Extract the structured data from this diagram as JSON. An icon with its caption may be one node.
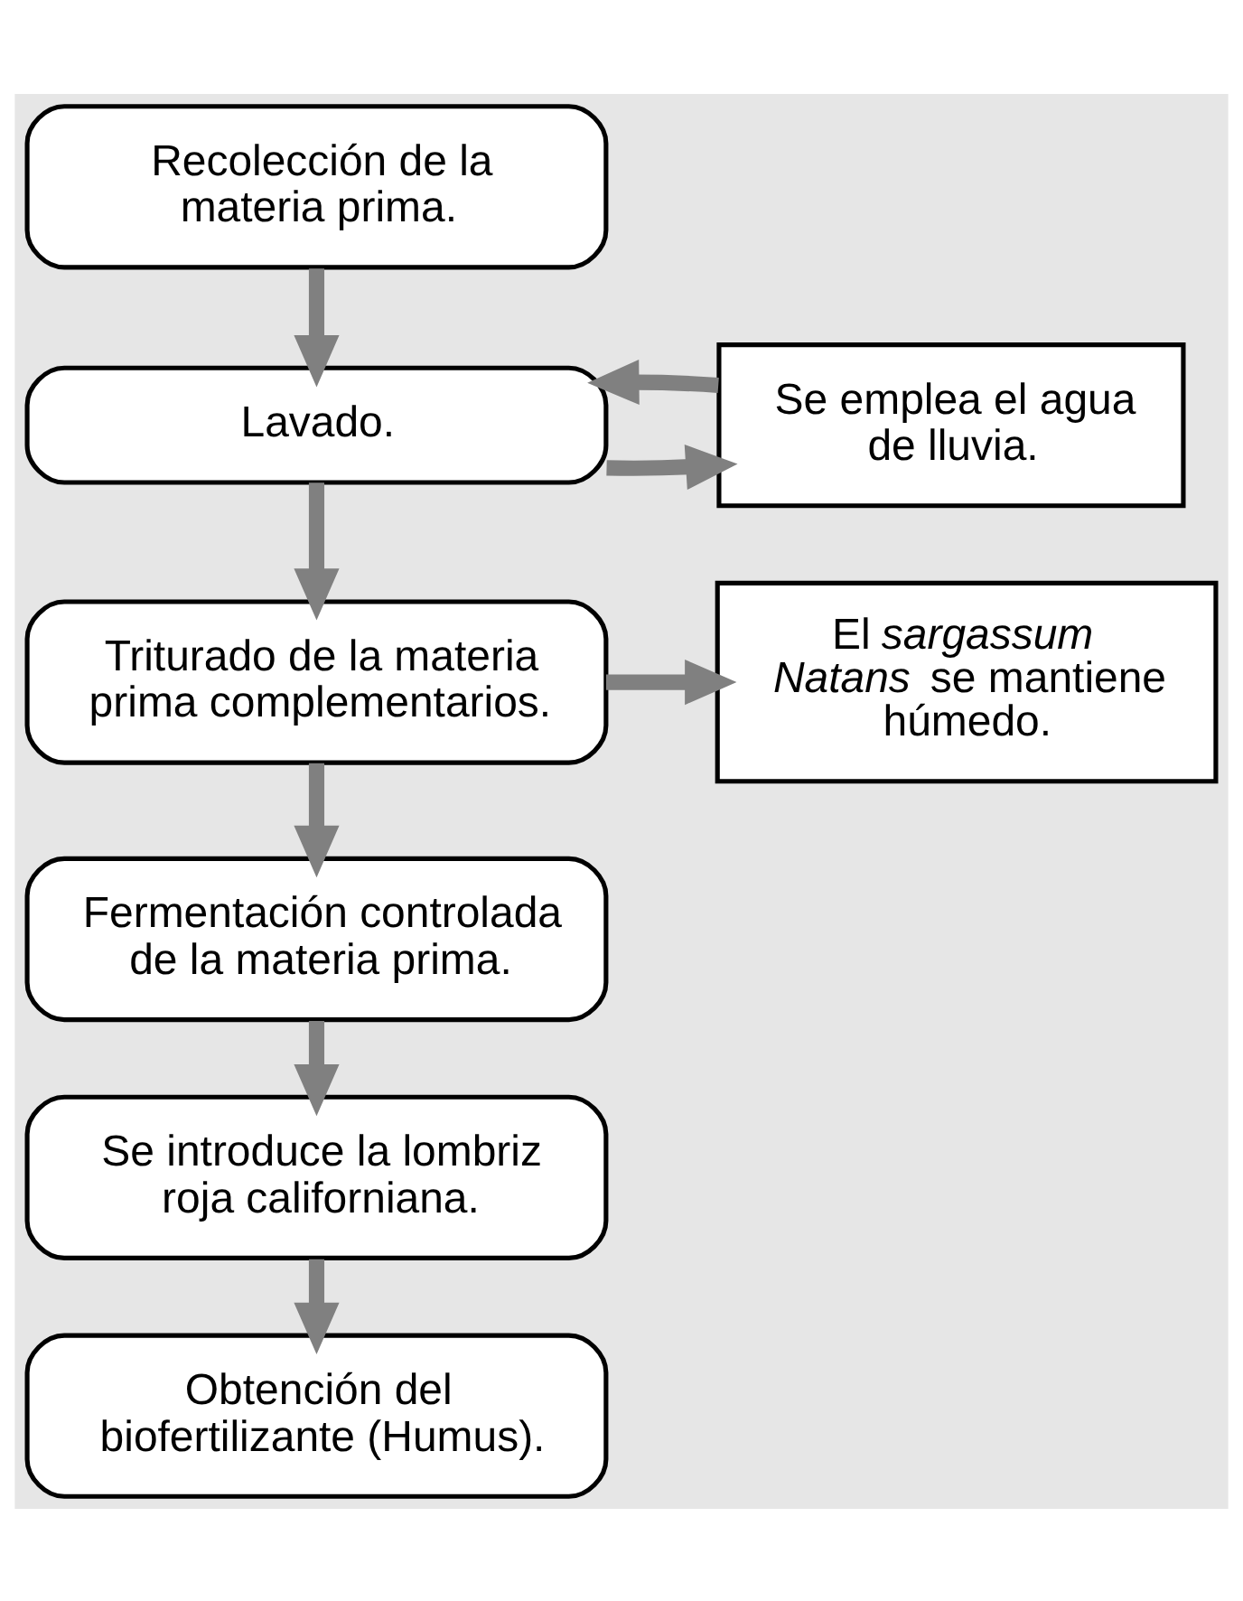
{
  "diagram": {
    "nodes": [
      {
        "text": [
          "Recolección de la materia prima."
        ]
      },
      {
        "text": [
          "Lavado."
        ]
      },
      {
        "text": [
          "Se emplea el agua de lluvia."
        ]
      },
      {
        "text": [
          "Triturado de la materia prima complementarios."
        ]
      },
      {
        "text": [
          "El *sargassum Natans* se mantiene húmedo."
        ]
      },
      {
        "text": [
          "Fermentación controlada de la materia prima."
        ]
      },
      {
        "text": [
          "Se introduce la lombriz roja californiana."
        ]
      },
      {
        "text": [
          "Obtención del biofertilizante (Humus)."
        ]
      }
    ],
    "edges": [
      {
        "from": 0,
        "to": 1,
        "arrow": "to"
      },
      {
        "from": 1,
        "to": 3,
        "arrow": "to"
      },
      {
        "from": 1,
        "to": 2,
        "arrow": "to"
      },
      {
        "from": 2,
        "to": 1,
        "arrow": "to"
      },
      {
        "from": 3,
        "to": 5,
        "arrow": "to"
      },
      {
        "from": 3,
        "to": 4,
        "arrow": "to"
      },
      {
        "from": 5,
        "to": 6,
        "arrow": "to"
      },
      {
        "from": 6,
        "to": 7,
        "arrow": "to"
      }
    ]
  }
}
